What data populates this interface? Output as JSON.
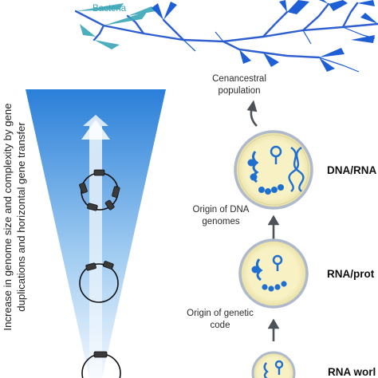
{
  "tree": {
    "bacteria_label": "Bacteria",
    "bacteria_color": "#3aa6b8",
    "branch_color": "#2f5fd0"
  },
  "cenancestral": {
    "line1": "Cenancestral",
    "line2": "population"
  },
  "stages": [
    {
      "name": "DNA/RNA",
      "label_visible": "DNA/RNA"
    },
    {
      "name": "RNA/protein",
      "label_visible": "RNA/prot"
    },
    {
      "name": "RNA world",
      "label_visible": "RNA worl"
    }
  ],
  "transitions": {
    "dna_origin": {
      "line1": "Origin of DNA",
      "line2": "genomes"
    },
    "genetic_code": {
      "line1": "Origin of genetic",
      "line2": "code"
    }
  },
  "side_caption": {
    "line1": "Increase in genome size and complexity by gene",
    "line2": "duplications and horizontal gene transfer"
  },
  "colors": {
    "cone_top": "#2a7fd9",
    "cone_bottom": "#eaf4fd",
    "cell_fill": "#f5efbf",
    "cell_ring": "#aeb9cc",
    "molecule": "#1f6fd1",
    "arrow": "#4d5258"
  }
}
